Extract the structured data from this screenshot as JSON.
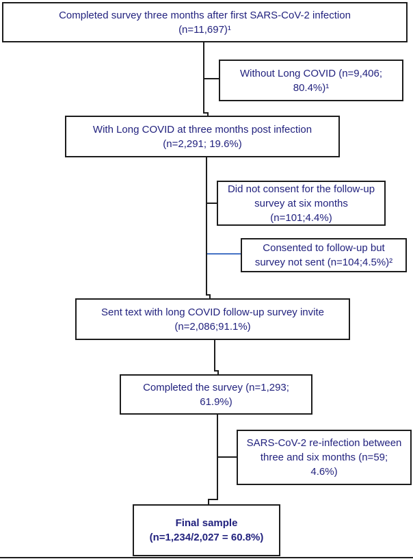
{
  "figure": {
    "type": "participant-flow-diagram",
    "text_color": "#22227e",
    "line_color": "#1c1c1c",
    "blue_connector_color": "#4472c4"
  },
  "nodes": {
    "initial_survey": {
      "lines": [
        "Completed survey three months after first SARS-CoV-2 infection",
        "(n=11,697)¹"
      ]
    },
    "without_long_covid": {
      "lines": [
        "Without Long COVID (n=9,406;",
        "80.4%)¹"
      ]
    },
    "with_long_covid": {
      "lines": [
        "With Long COVID at three months post infection",
        "(n=2,291; 19.6%)"
      ]
    },
    "no_consent": {
      "lines": [
        "Did not consent for the follow-up",
        "survey at six months",
        "(n=101;4.4%)"
      ]
    },
    "survey_not_sent": {
      "lines": [
        "Consented to follow-up but",
        "survey not sent (n=104;4.5%)²"
      ]
    },
    "sent_invite": {
      "lines": [
        "Sent text with long COVID follow-up survey invite",
        "(n=2,086;91.1%)"
      ]
    },
    "completed_survey": {
      "lines": [
        "Completed the survey (n=1,293;",
        "61.9%)"
      ]
    },
    "reinfection": {
      "lines": [
        "SARS-CoV-2 re-infection between",
        "three and six months (n=59;",
        "4.6%)"
      ]
    },
    "final_sample": {
      "lines": [
        "Final sample",
        "(n=1,234/2,027 = 60.8%)"
      ]
    }
  }
}
